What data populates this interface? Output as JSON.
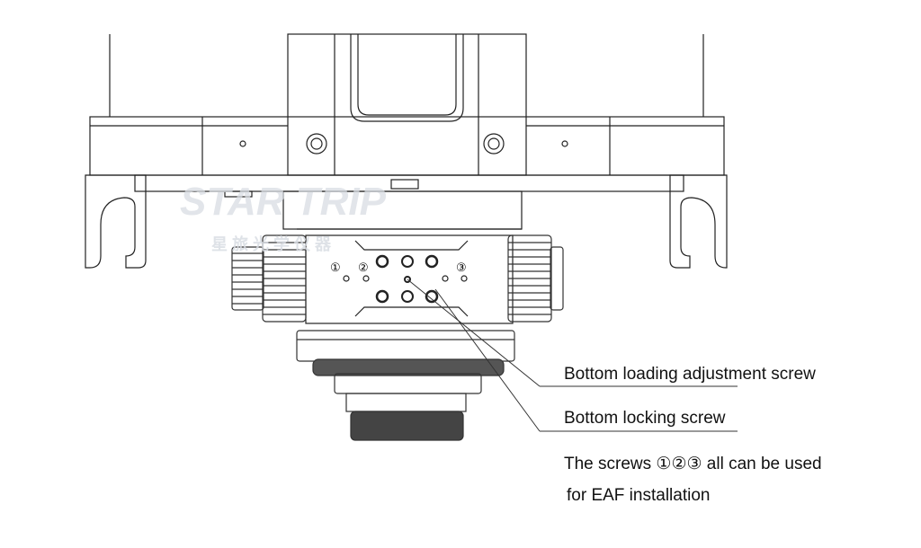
{
  "labels": {
    "adjustment_screw": "Bottom loading adjustment screw",
    "locking_screw": "Bottom locking screw",
    "note_line1": "The screws ①②③ all can be used",
    "note_line2": "for EAF installation"
  },
  "screw_markers": [
    "①",
    "②",
    "③"
  ],
  "watermark": {
    "brand": "STAR TRIP",
    "subtitle": "星 旅 光 学 仪 器"
  }
}
